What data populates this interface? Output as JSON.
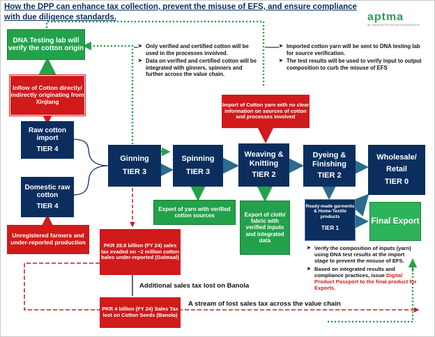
{
  "header": {
    "title": "How the DPP can enhance tax collection, prevent the misuse of EFS, and ensure compliance with due diligence standards.",
    "logo_text": "aptma",
    "logo_sub": "ALL PAKISTAN TEXTILE MILLS ASSOCIATION"
  },
  "boxes": {
    "dna_lab": "DNA Testing lab will verify the cotton origin",
    "inflow": "Inflow of Cotton directly/ indirectly originating from Xinjiang",
    "raw_import": "Raw cotton import",
    "raw_import_tier": "TIER 4",
    "domestic": "Domestic raw cotton",
    "domestic_tier": "TIER 4",
    "unregistered": "Unregistered farmers and under-reported production",
    "ginning": "Ginning",
    "ginning_tier": "TIER 3",
    "spinning": "Spinning",
    "spinning_tier": "TIER 3",
    "weaving_1": "Weaving &",
    "weaving_2": "Knitting",
    "weaving_tier": "TIER 2",
    "dyeing_1": "Dyeing &",
    "dyeing_2": "Finishing",
    "dyeing_tier": "TIER 2",
    "wholesale_1": "Wholesale/",
    "wholesale_2": "Retail",
    "wholesale_tier": "TIER 0",
    "garments": "Ready-made garments & Home-Textile products",
    "garments_tier": "TIER 1",
    "final_export": "Final Export",
    "export_yarn": "Export of yarn with verified cotton sources",
    "export_cloth": "Export of cloth/ fabric with verified inputs and integrated data",
    "import_yarn": "Import of Cotton yarn with no clear information on sources of cotton and processes involved",
    "pkr_288": "PKR 28.8 billion (FY 24) sales tax evaded on ~2 million cotton bales under-reported (Golmaal)",
    "pkr_4": "PKR 4 billion (FY 24) Sales Tax lost on Cotton Seeds (Banola)"
  },
  "notes": {
    "mid_1": "Only verified and certified cotton will be used in the processes involved.",
    "mid_2": "Data on verified and certified cotton will be integrated with ginners, spinners and further across the value chain.",
    "right_1": "Imported cotton yarn will be sent to DNA testing lab for source verification.",
    "right_2": "The test results will be used to verify input to output composition to curb the misuse of EFS",
    "bottom_1": "Verify the composition of inputs (yarn) using DNA test results at the import stage to prevent the misuse of EFS.",
    "bottom_2a": "Based on integrated results and compliance practices, issue ",
    "bottom_2b": "Digital Product Passport to the final product for Exports.",
    "banola": "Additional sales tax lost on Banola",
    "stream": "A stream of lost sales tax across the value chain"
  },
  "colors": {
    "navy": "#0b2e5e",
    "red": "#d11a1a",
    "green": "#22a24a",
    "teal_arrow": "#2b6c8f",
    "title_blue": "#0b2e5e",
    "logo_green": "#2a9d5b"
  }
}
